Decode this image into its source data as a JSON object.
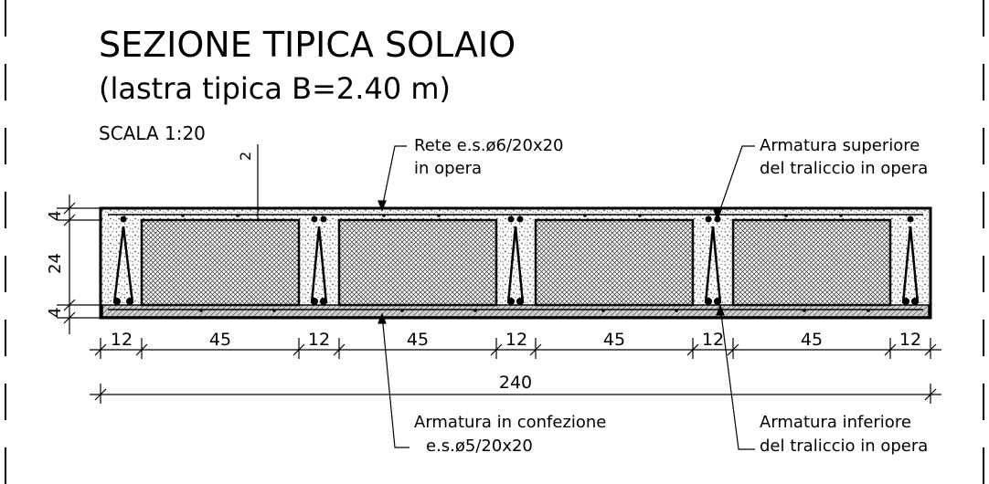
{
  "title": {
    "line1": "SEZIONE TIPICA SOLAIO",
    "line2": "(lastra tipica B=2.40 m)",
    "scale": "SCALA  1:20"
  },
  "callouts": {
    "rete_line1": "Rete e.s.ø6/20x20",
    "rete_line2": "in opera",
    "sup_line1": "Armatura superiore",
    "sup_line2": "del traliccio in opera",
    "conf_line1": "Armatura in confezione",
    "conf_line2": "e.s.ø5/20x20",
    "inf_line1": "Armatura inferiore",
    "inf_line2": "del traliccio in opera",
    "cover_dim": "2"
  },
  "vertical_dims": {
    "top": "4",
    "middle": "24",
    "bottom": "4"
  },
  "horizontal_dims": {
    "segments": [
      "12",
      "45",
      "12",
      "45",
      "12",
      "45",
      "12",
      "45",
      "12"
    ],
    "total": "240"
  },
  "colors": {
    "ink": "#000000",
    "background": "#ffffff",
    "concrete_dots": "#555555",
    "block_hatch": "#333333"
  }
}
